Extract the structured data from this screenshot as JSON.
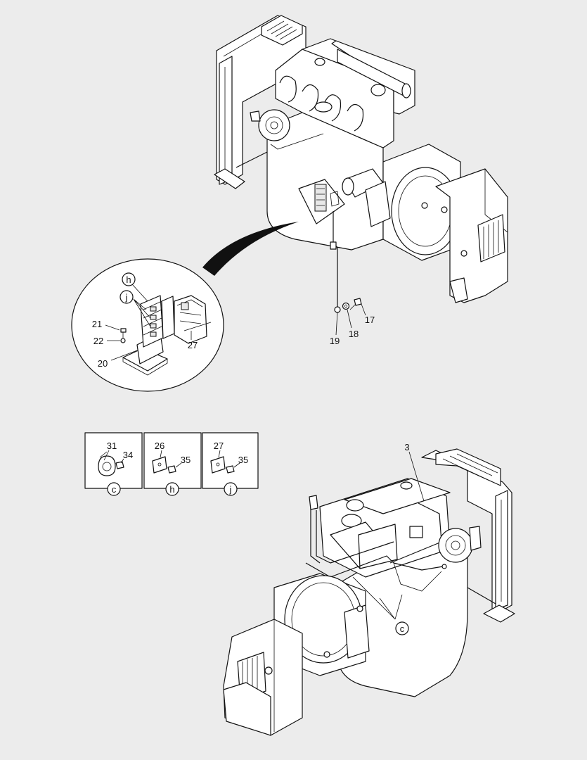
{
  "callouts": {
    "c17": "17",
    "c18": "18",
    "c19": "19",
    "c20": "20",
    "c21": "21",
    "c22": "22",
    "c27": "27",
    "h": "h",
    "j": "j",
    "c3": "3",
    "c_bottom": "c"
  },
  "detail_boxes": [
    {
      "letter": "c",
      "part_a": "31",
      "part_b": "34"
    },
    {
      "letter": "h",
      "part_a": "26",
      "part_b": "35"
    },
    {
      "letter": "j",
      "part_a": "27",
      "part_b": "35"
    }
  ]
}
